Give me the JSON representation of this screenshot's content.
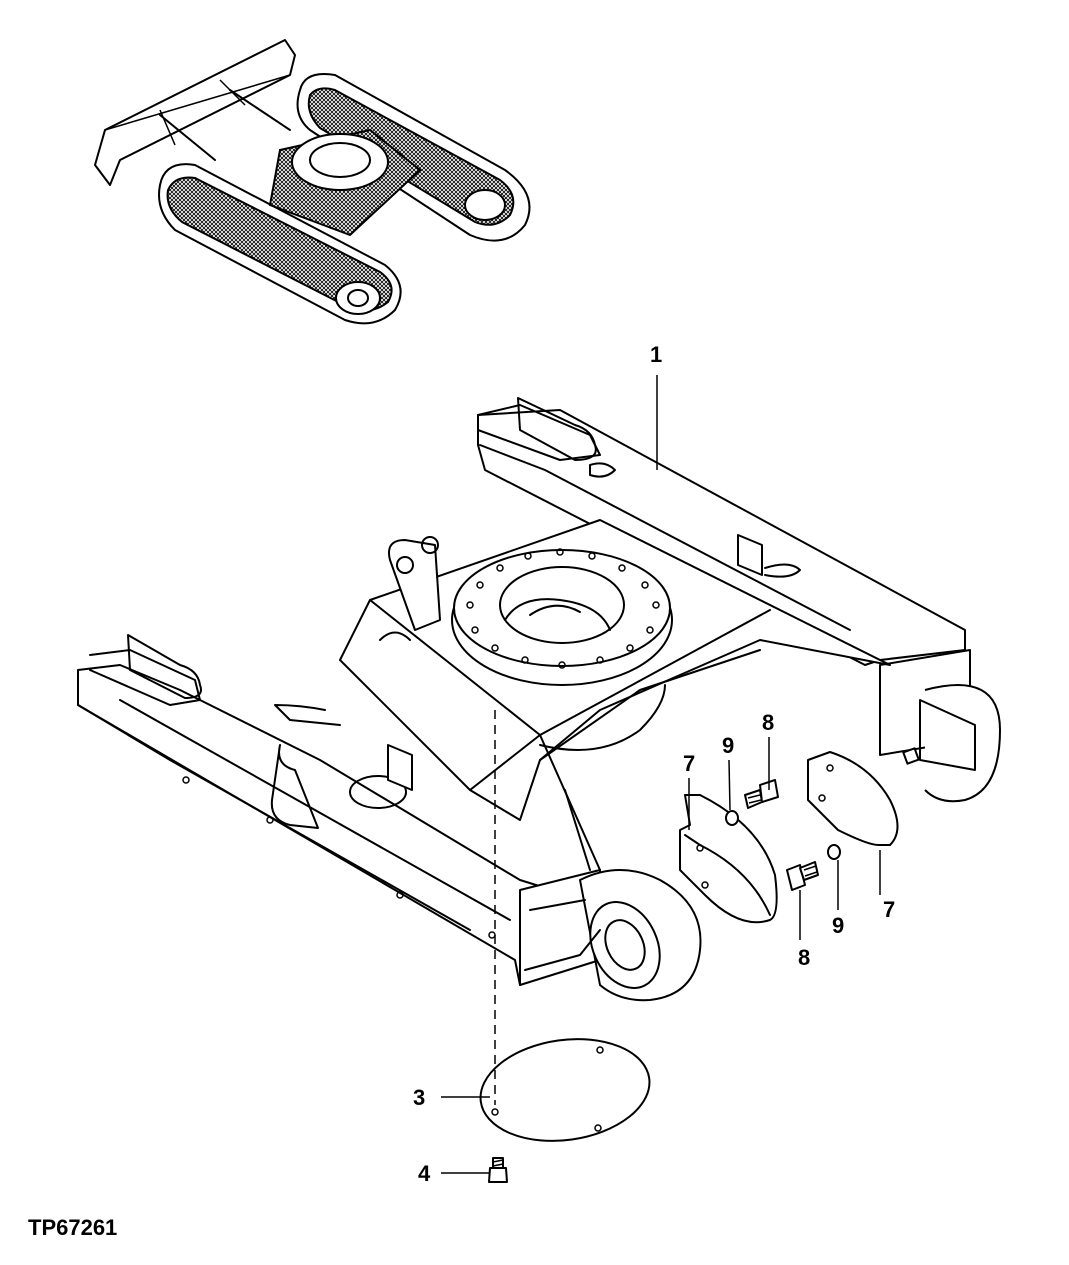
{
  "callouts": {
    "c1": "1",
    "c3": "3",
    "c4": "4",
    "c7a": "7",
    "c7b": "7",
    "c8a": "8",
    "c8b": "8",
    "c9a": "9",
    "c9b": "9"
  },
  "figure_id": "TP67261"
}
